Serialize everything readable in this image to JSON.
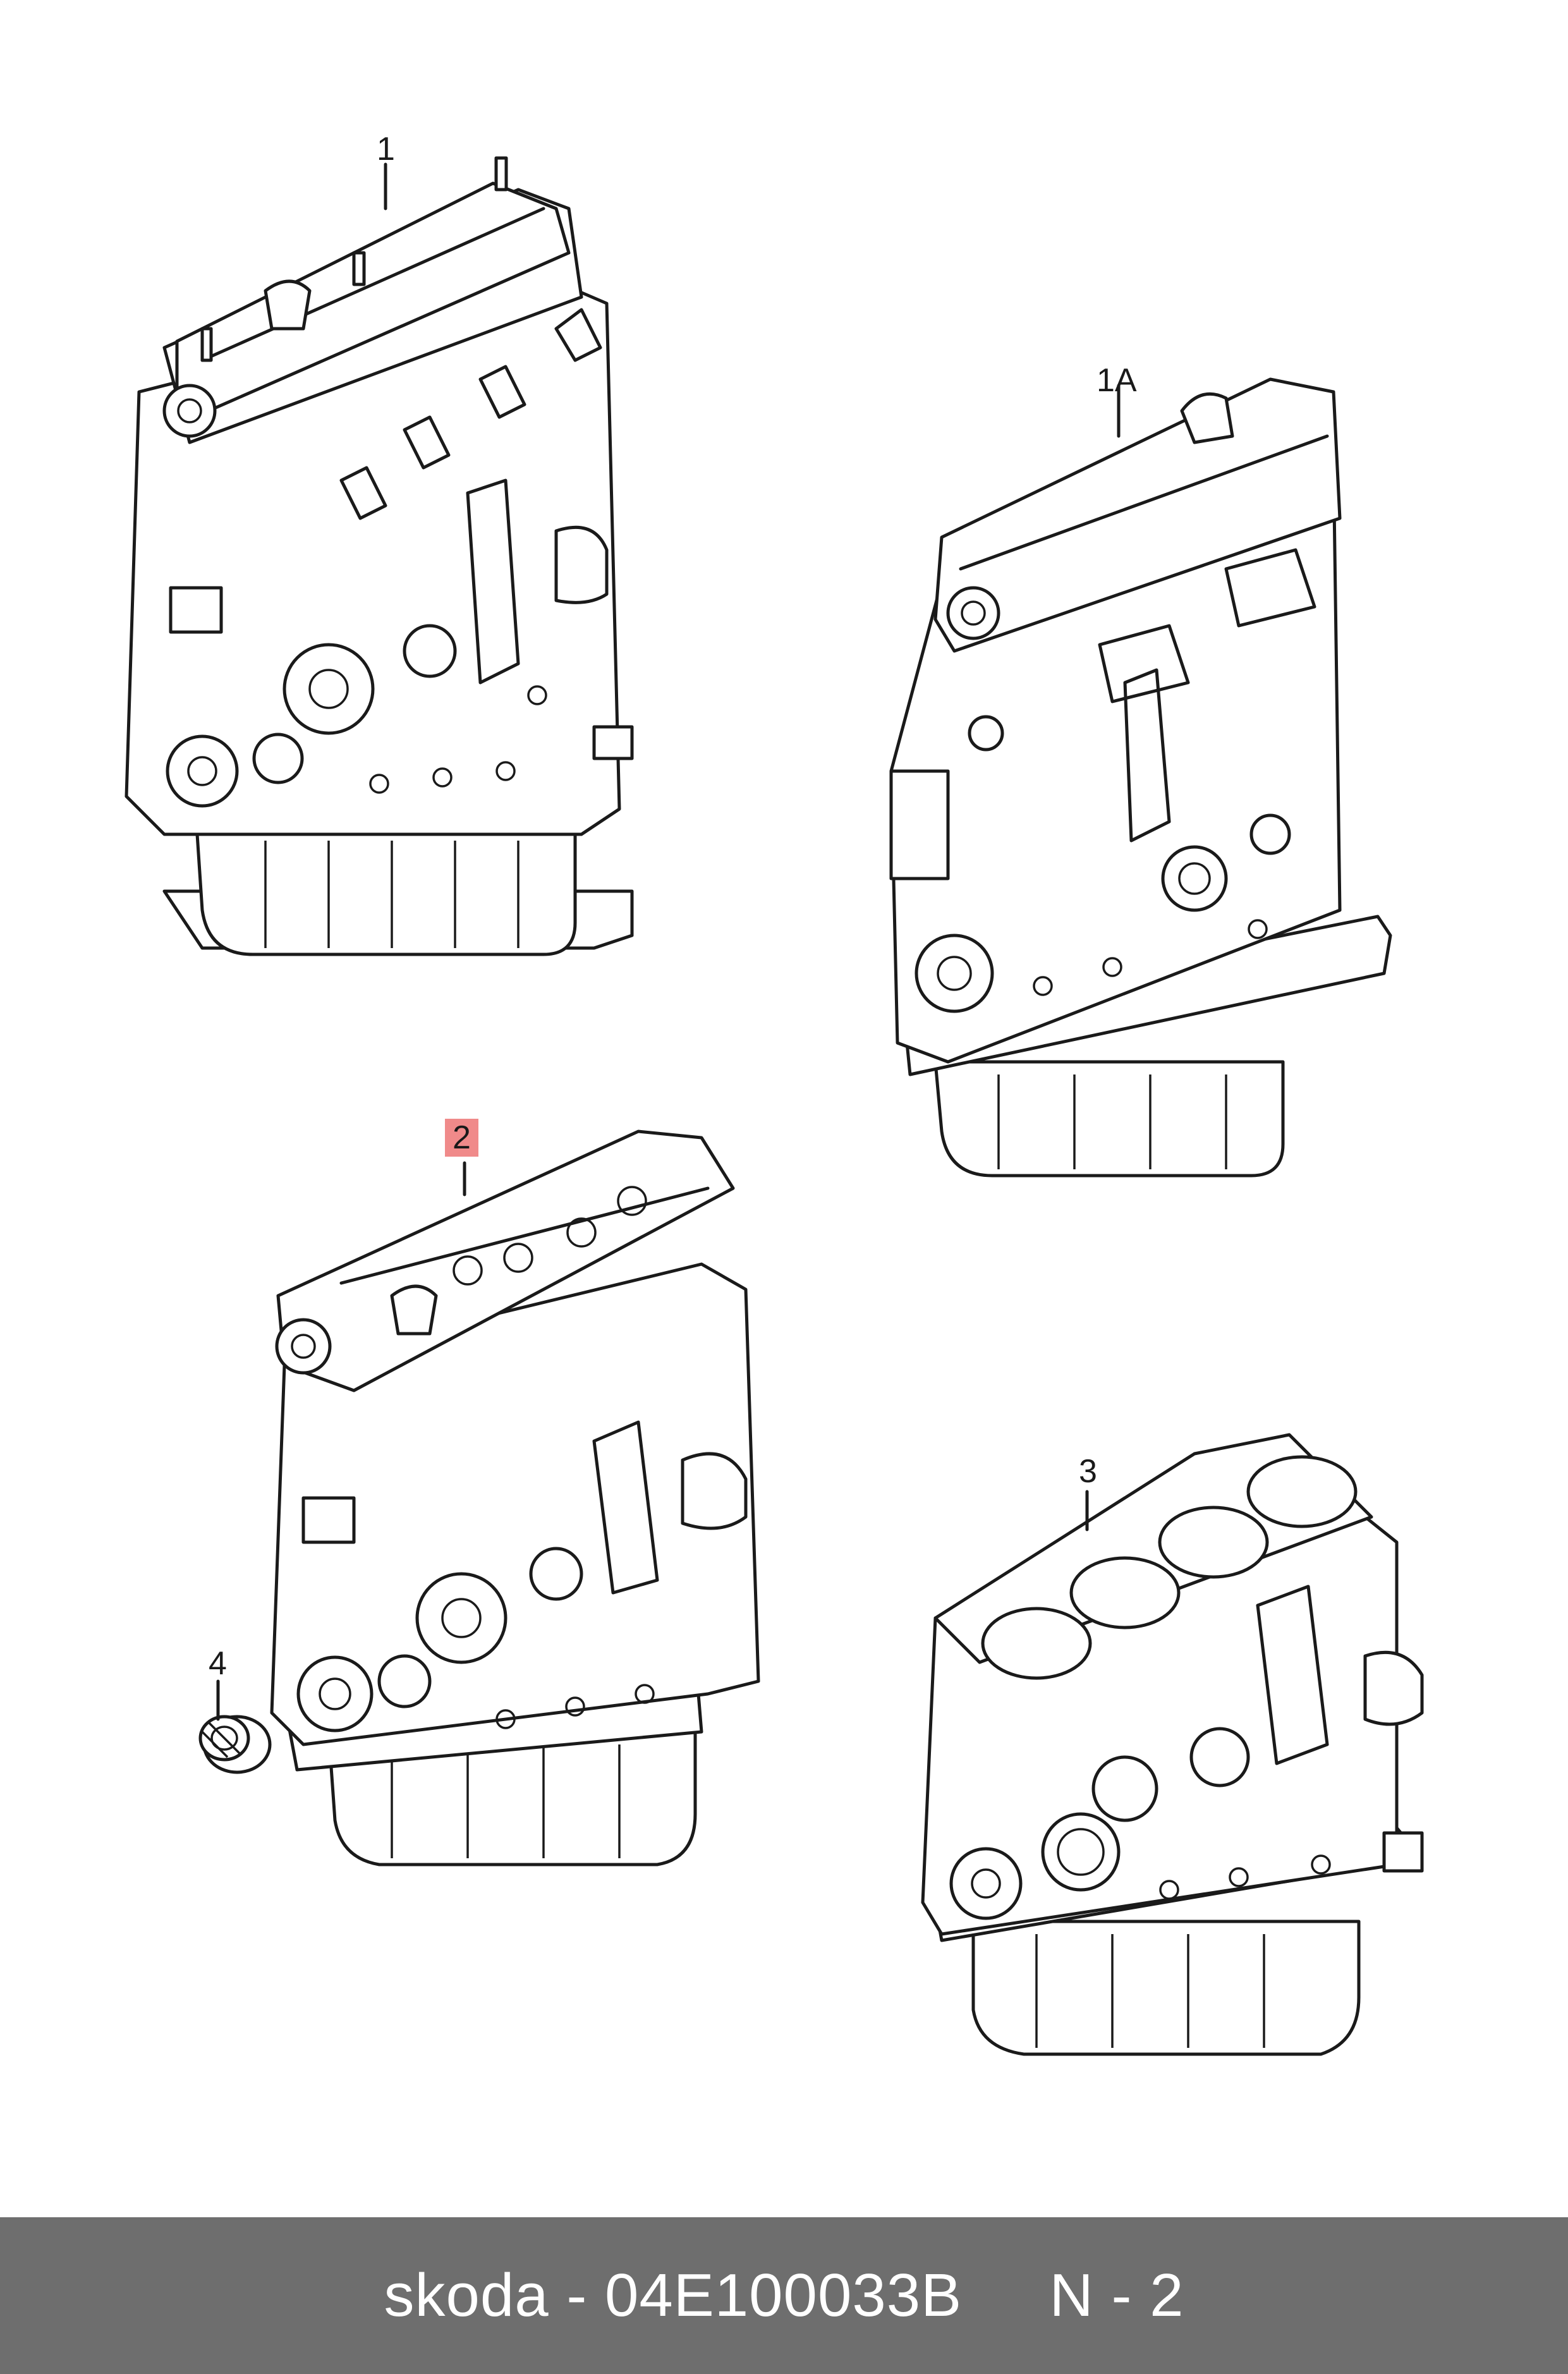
{
  "callouts": [
    {
      "id": "1",
      "label": "1",
      "highlighted": false
    },
    {
      "id": "1A",
      "label": "1A",
      "highlighted": false
    },
    {
      "id": "2",
      "label": "2",
      "highlighted": true
    },
    {
      "id": "3",
      "label": "3",
      "highlighted": false
    },
    {
      "id": "4",
      "label": "4",
      "highlighted": false
    }
  ],
  "footer": {
    "text": "skoda - 04E100033B     N - 2"
  },
  "colors": {
    "highlight": "#f08a8a",
    "footer_bg": "#6e6e6e",
    "footer_text": "#ffffff",
    "line": "#1a1a1a"
  }
}
